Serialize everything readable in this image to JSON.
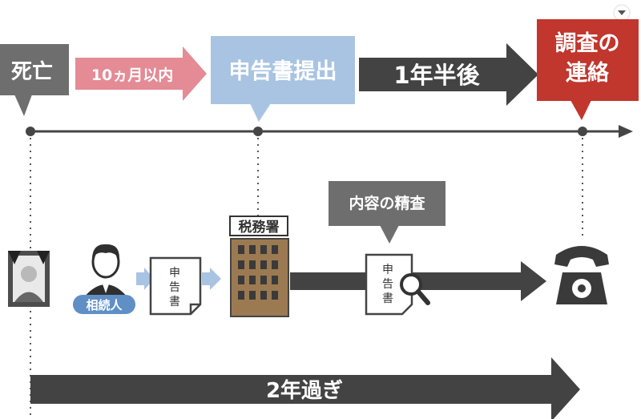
{
  "timeline": {
    "death_label": "死亡",
    "within_10_months_label": "10ヵ月以内",
    "filing_label": "申告書提出",
    "one_half_year_label": "1年半後",
    "investigation_line1": "調査の",
    "investigation_line2": "連絡"
  },
  "illustration": {
    "heir_label": "相続人",
    "document_char1": "申",
    "document_char2": "告",
    "document_char3": "書",
    "tax_office_label": "税務署",
    "review_label": "内容の精査",
    "reviewed_doc_char1": "申",
    "reviewed_doc_char2": "告",
    "reviewed_doc_char3": "書"
  },
  "bottom_bar": {
    "label": "2年過ぎ"
  },
  "colors": {
    "gray_box": "#6e6e6e",
    "pink_arrow": "#e48b95",
    "blue_box": "#a9c4e2",
    "dark_arrow": "#434343",
    "red_box": "#c1362d",
    "building": "#9b7a52",
    "heir_badge": "#5f8fc5",
    "light_blue_arrow": "#a9c4e2"
  }
}
